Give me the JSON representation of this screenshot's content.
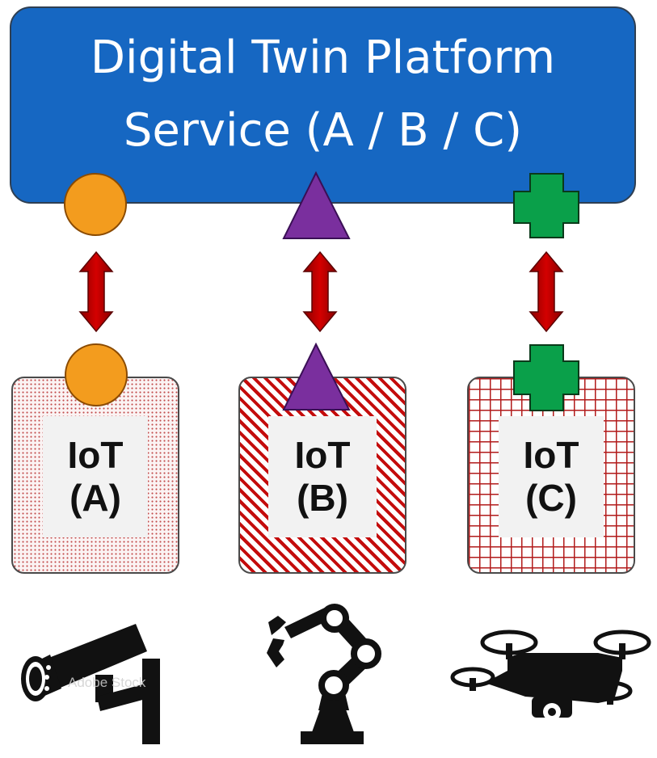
{
  "platform": {
    "title_line1": "Digital Twin Platform",
    "title_line2": "Service (A / B / C)",
    "color": "#1667c2"
  },
  "devices": [
    {
      "id": "A",
      "label_line1": "IoT",
      "label_line2": "(A)",
      "interface_shape": "circle",
      "interface_color": "#f39c1e",
      "pattern": "dotted",
      "icon": "security-camera-icon"
    },
    {
      "id": "B",
      "label_line1": "IoT",
      "label_line2": "(B)",
      "interface_shape": "triangle",
      "interface_color": "#7a2f9e",
      "pattern": "diagonal-stripes",
      "icon": "robot-arm-icon"
    },
    {
      "id": "C",
      "label_line1": "IoT",
      "label_line2": "(C)",
      "interface_shape": "cross",
      "interface_color": "#0aa04a",
      "pattern": "grid",
      "icon": "drone-icon"
    }
  ],
  "connector": {
    "shape": "double-headed-arrow",
    "color": "#c00000"
  },
  "watermark": "Adobe Stock"
}
